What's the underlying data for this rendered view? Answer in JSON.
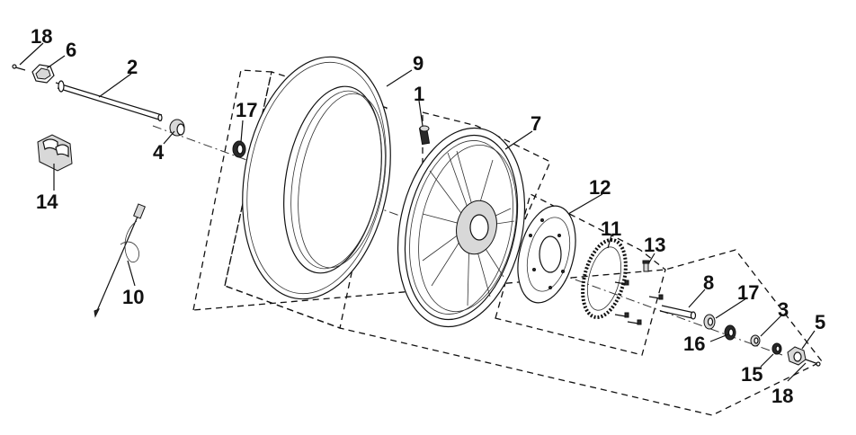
{
  "diagram": {
    "callouts": [
      {
        "id": "c-18a",
        "text": "18"
      },
      {
        "id": "c-6",
        "text": "6"
      },
      {
        "id": "c-2",
        "text": "2"
      },
      {
        "id": "c-4",
        "text": "4"
      },
      {
        "id": "c-14",
        "text": "14"
      },
      {
        "id": "c-10",
        "text": "10"
      },
      {
        "id": "c-17a",
        "text": "17"
      },
      {
        "id": "c-9",
        "text": "9"
      },
      {
        "id": "c-1",
        "text": "1"
      },
      {
        "id": "c-7",
        "text": "7"
      },
      {
        "id": "c-12",
        "text": "12"
      },
      {
        "id": "c-11",
        "text": "11"
      },
      {
        "id": "c-13",
        "text": "13"
      },
      {
        "id": "c-8",
        "text": "8"
      },
      {
        "id": "c-17b",
        "text": "17"
      },
      {
        "id": "c-3",
        "text": "3"
      },
      {
        "id": "c-5",
        "text": "5"
      },
      {
        "id": "c-16",
        "text": "16"
      },
      {
        "id": "c-15",
        "text": "15"
      },
      {
        "id": "c-18b",
        "text": "18"
      }
    ],
    "colors": {
      "line": "#111111",
      "background": "#ffffff"
    }
  }
}
